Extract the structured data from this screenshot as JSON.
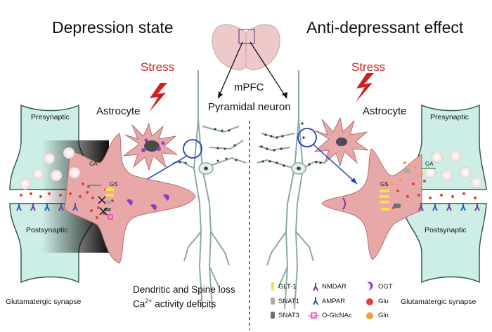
{
  "titles": {
    "left": "Depression state",
    "right": "Anti-depressant effect"
  },
  "labels": {
    "stress_left": "Stress",
    "stress_right": "Stress",
    "mpfc": "mPFC",
    "pyramidal": "Pyramidal neuron",
    "astro_left": "Astrocyte",
    "astro_right": "Astrocyte",
    "pre_left": "Presynaptic",
    "post_left": "Postsynaptic",
    "pre_right": "Presynaptic",
    "post_right": "Postsynaptic",
    "syn_left": "Glutamatergic synapse",
    "syn_right": "Glutamatergic synapse",
    "ga_left": "GA",
    "gs_left": "GS",
    "ga_right": "GA",
    "gs_right": "GS",
    "deficit1": "Dendritic and Spine loss",
    "deficit2_main": "Ca",
    "deficit2_sup": "2+",
    "deficit2_rest": " activity deficits"
  },
  "legend": [
    {
      "key": "glt1",
      "label": "GLT-1",
      "icon": "yellow-bar-icon",
      "color": "#f4e04d"
    },
    {
      "key": "snat1",
      "label": "SNAT1",
      "icon": "gray-cylinder-icon",
      "color": "#a9a9a9"
    },
    {
      "key": "snat3",
      "label": "SNAT3",
      "icon": "dark-cylinder-icon",
      "color": "#6e6e6e"
    },
    {
      "key": "nmdar",
      "label": "NMDAR",
      "icon": "purple-y-receptor-icon",
      "color": "#6b3fa0"
    },
    {
      "key": "ampar",
      "label": "AMPAR",
      "icon": "blue-y-receptor-icon",
      "color": "#2a5fb0"
    },
    {
      "key": "oglcnac",
      "label": "O-GlcNAc",
      "icon": "pink-square-icon",
      "color": "#e040c0"
    },
    {
      "key": "ogt",
      "label": "OGT",
      "icon": "purple-crescent-icon",
      "color": "#8a3fc8"
    },
    {
      "key": "glu",
      "label": "Glu",
      "icon": "red-dot-icon",
      "color": "#e0403a"
    },
    {
      "key": "gln",
      "label": "Gln",
      "icon": "orange-dot-icon",
      "color": "#f0a040"
    }
  ],
  "colors": {
    "astro": "#e8a8a8",
    "synapse": "#cceee6",
    "stress": "#d0201c",
    "brain": "#eec9c9",
    "neuron_outline": "#8aa9a4"
  }
}
